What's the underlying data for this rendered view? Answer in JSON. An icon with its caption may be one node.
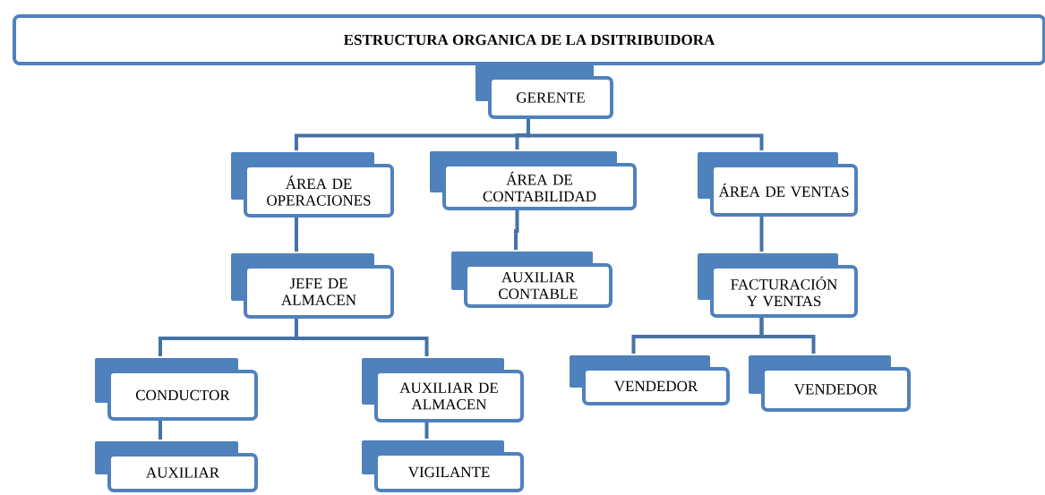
{
  "diagram": {
    "title": "ESTRUCTURA ORGANICA DE LA DSITRIBUIDORA",
    "nodes": [
      {
        "text": [
          "GERENTE"
        ]
      },
      {
        "text": [
          "ÁREA DE OPERACIONES"
        ]
      },
      {
        "text": [
          "ÁREA DE CONTABILIDAD"
        ]
      },
      {
        "text": [
          "ÁREA DE VENTAS"
        ]
      },
      {
        "text": [
          "JEFE DE ALMACEN"
        ]
      },
      {
        "text": [
          "AUXILIAR CONTABLE"
        ]
      },
      {
        "text": [
          "FACTURACIÓN Y VENTAS"
        ]
      },
      {
        "text": [
          "CONDUCTOR"
        ]
      },
      {
        "text": [
          "AUXILIAR DE ALMACEN"
        ]
      },
      {
        "text": [
          "VENDEDOR"
        ]
      },
      {
        "text": [
          "VENDEDOR"
        ]
      },
      {
        "text": [
          "AUXILIAR"
        ]
      },
      {
        "text": [
          "VIGILANTE"
        ]
      }
    ],
    "edges": [
      {
        "from": 0,
        "to": 1,
        "arrow": "none"
      },
      {
        "from": 0,
        "to": 2,
        "arrow": "none"
      },
      {
        "from": 0,
        "to": 3,
        "arrow": "none"
      },
      {
        "from": 1,
        "to": 4,
        "arrow": "none"
      },
      {
        "from": 2,
        "to": 5,
        "arrow": "none"
      },
      {
        "from": 3,
        "to": 6,
        "arrow": "none"
      },
      {
        "from": 4,
        "to": 7,
        "arrow": "none"
      },
      {
        "from": 4,
        "to": 8,
        "arrow": "none"
      },
      {
        "from": 6,
        "to": 9,
        "arrow": "none"
      },
      {
        "from": 6,
        "to": 10,
        "arrow": "none"
      },
      {
        "from": 7,
        "to": 11,
        "arrow": "none"
      },
      {
        "from": 8,
        "to": 12,
        "arrow": "none"
      }
    ]
  }
}
